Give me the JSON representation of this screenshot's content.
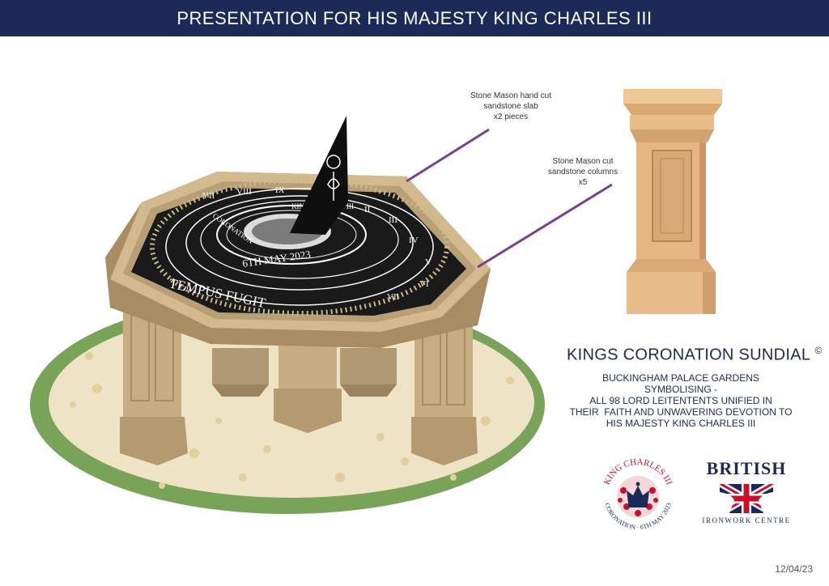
{
  "header": {
    "title": "PRESENTATION FOR HIS MAJESTY KING CHARLES III"
  },
  "callouts": {
    "slab": [
      "Stone Mason hand cut",
      "sandstone slab",
      "x2 pieces"
    ],
    "columns": [
      "Stone Mason cut",
      "sandstone columns",
      "x5"
    ]
  },
  "sundial": {
    "motto": "TEMPUS FUGIT",
    "date_ring": "6TH MAY 2023",
    "crown_ring": "KING CHARLES III",
    "coronation_word": "CORONATION"
  },
  "product": {
    "title": "KINGS CORONATION SUNDIAL",
    "copyright": "©",
    "description": [
      "BUCKINGHAM PALACE GARDENS",
      "SYMBOLISING -",
      "ALL 98 LORD LEITENTENTS UNIFIED IN",
      "THEIR  FAITH AND UNWAVERING DEVOTION TO",
      "HIS MAJESTY KING CHARLES III"
    ]
  },
  "emblem": {
    "top_text": "KING CHARLES III",
    "bottom_text": "CORONATION · 6TH MAY 2023"
  },
  "logo": {
    "brand_top": "BRITISH",
    "brand_bottom": "IRONWORK CENTRE"
  },
  "footer": {
    "date": "12/04/23"
  },
  "colors": {
    "header_bg": "#1b2a56",
    "accent_line": "#7b3f8f",
    "sandstone": "#d9b184",
    "grass": "#7aa35a"
  }
}
